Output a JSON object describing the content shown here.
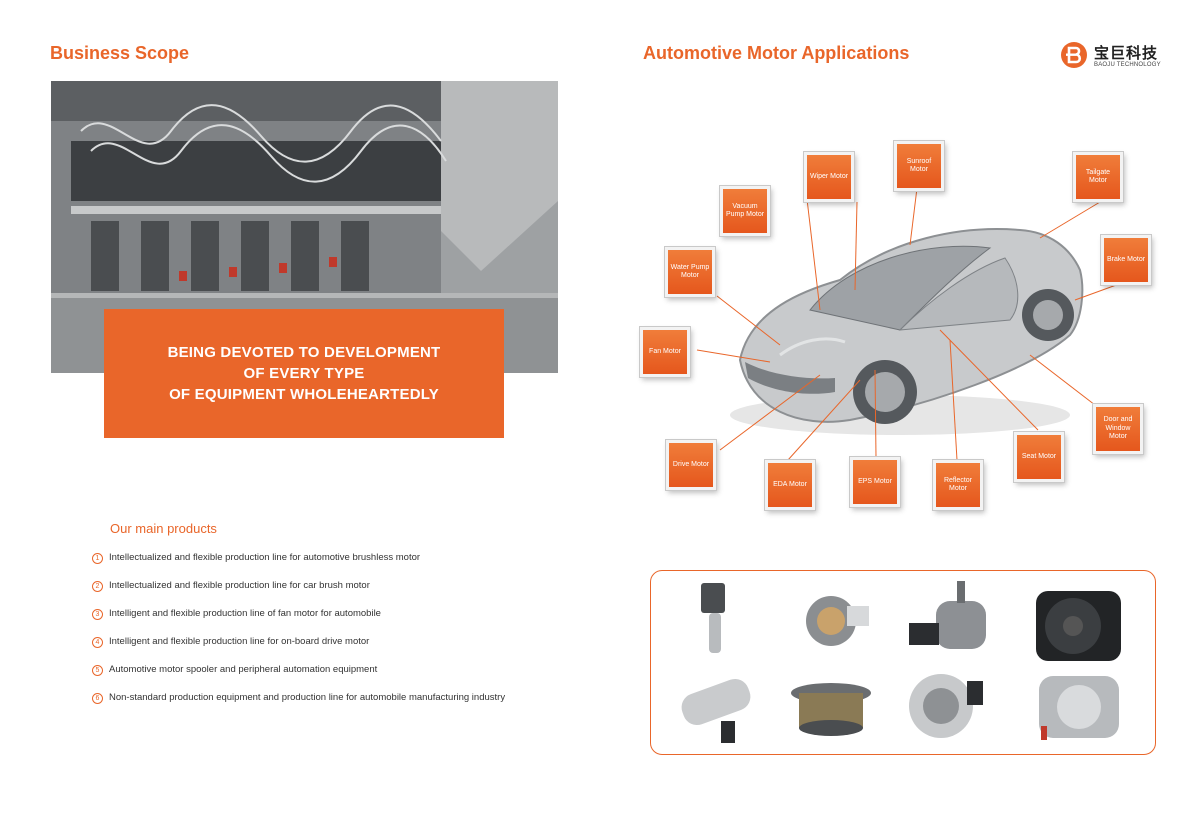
{
  "left": {
    "title": "Business Scope",
    "slogan": [
      "BEING DEVOTED TO DEVELOPMENT",
      "OF EVERY TYPE",
      "OF EQUIPMENT WHOLEHEARTEDLY"
    ],
    "products_heading": "Our main products",
    "products": [
      {
        "num": "1",
        "text": "Intellectualized and flexible production line for automotive brushless motor"
      },
      {
        "num": "2",
        "text": "Intellectualized and flexible production line for car brush motor"
      },
      {
        "num": "3",
        "text": "Intelligent and flexible production line of fan motor for automobile"
      },
      {
        "num": "4",
        "text": "Intelligent and flexible production line for on-board drive motor"
      },
      {
        "num": "5",
        "text": "Automotive motor spooler and peripheral automation equipment"
      },
      {
        "num": "6",
        "text": "Non-standard production equipment and production line for automobile manufacturing industry"
      }
    ]
  },
  "right": {
    "title": "Automotive Motor Applications",
    "logo": {
      "cn": "宝巨科技",
      "en": "BAOJU TECHNOLOGY"
    },
    "motors": {
      "wiper": "Wiper Motor",
      "sunroof": "Sunroof Motor",
      "tailgate": "Tailgate Motor",
      "vacuum": "Vacuum Pump Motor",
      "water": "Water Pump Motor",
      "brake": "Brake Motor",
      "fan": "Fan Motor",
      "door": "Door and Window Motor",
      "seat": "Seat Motor",
      "drive": "Drive Motor",
      "eda": "EDA Motor",
      "eps": "EPS Motor",
      "reflector": "Reflector Motor"
    }
  },
  "colors": {
    "accent": "#e9662a"
  }
}
